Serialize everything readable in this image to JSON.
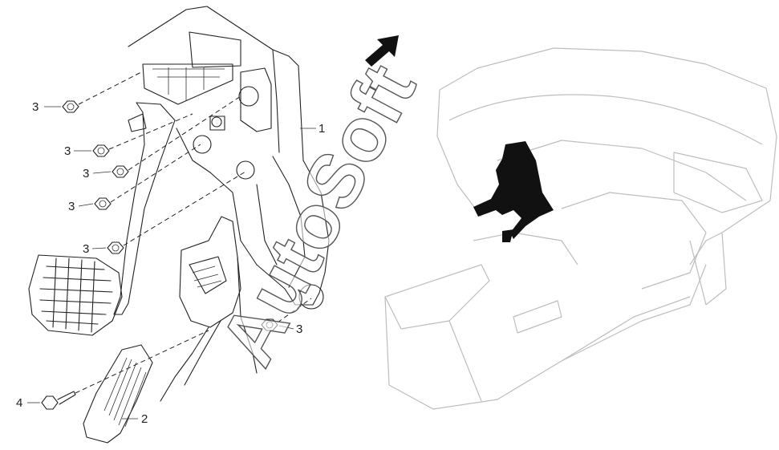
{
  "watermark": "AutoSoft",
  "callouts": [
    {
      "id": "c1",
      "label": "1"
    },
    {
      "id": "c2",
      "label": "2"
    },
    {
      "id": "c3a",
      "label": "3"
    },
    {
      "id": "c3b",
      "label": "3"
    },
    {
      "id": "c3c",
      "label": "3"
    },
    {
      "id": "c3d",
      "label": "3"
    },
    {
      "id": "c3e",
      "label": "3"
    },
    {
      "id": "c3f",
      "label": "3"
    },
    {
      "id": "c4",
      "label": "4"
    }
  ],
  "colors": {
    "line": "#222222",
    "ghost": "#bdbdbd",
    "highlight": "#111111"
  },
  "icons": {
    "direction": "arrow-up-right-icon"
  }
}
